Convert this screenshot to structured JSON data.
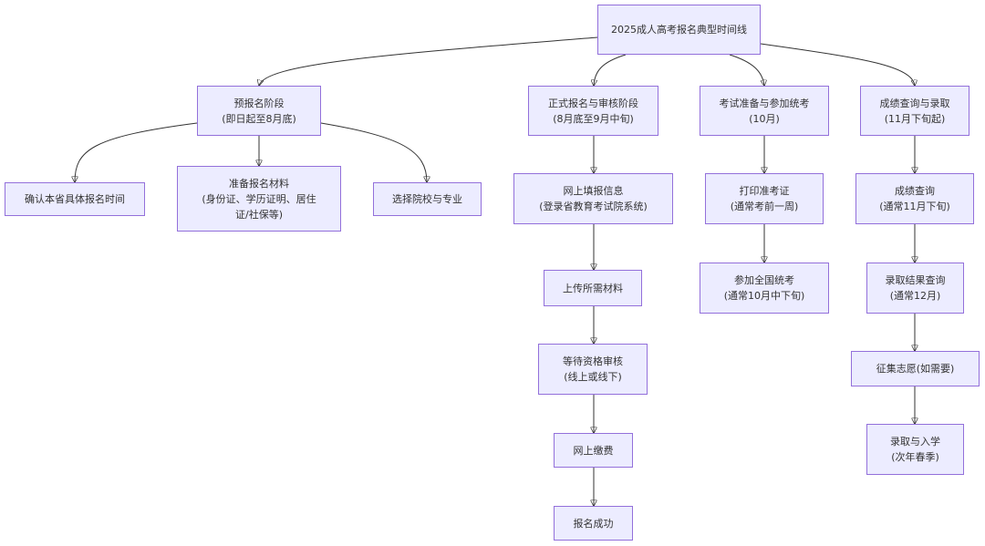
{
  "diagram": {
    "root": {
      "label": "2025成人高考报名典型时间线"
    },
    "stage1": {
      "line1": "预报名阶段",
      "line2": "(即日起至8月底)"
    },
    "stage1_items": [
      {
        "label": "确认本省具体报名时间"
      },
      {
        "line1": "准备报名材料",
        "line2": "(身份证、学历证明、居住证/社保等)"
      },
      {
        "label": "选择院校与专业"
      }
    ],
    "stage2": {
      "line1": "正式报名与审核阶段",
      "line2": "(8月底至9月中旬)"
    },
    "stage2_items": [
      {
        "line1": "网上填报信息",
        "line2": "(登录省教育考试院系统)"
      },
      {
        "label": "上传所需材料"
      },
      {
        "line1": "等待资格审核",
        "line2": "(线上或线下)"
      },
      {
        "label": "网上缴费"
      },
      {
        "label": "报名成功"
      }
    ],
    "stage3": {
      "line1": "考试准备与参加统考",
      "line2": "(10月)"
    },
    "stage3_items": [
      {
        "line1": "打印准考证",
        "line2": "(通常考前一周)"
      },
      {
        "line1": "参加全国统考",
        "line2": "(通常10月中下旬)"
      }
    ],
    "stage4": {
      "line1": "成绩查询与录取",
      "line2": "(11月下旬起)"
    },
    "stage4_items": [
      {
        "line1": "成绩查询",
        "line2": "(通常11月下旬)"
      },
      {
        "line1": "录取结果查询",
        "line2": "(通常12月)"
      },
      {
        "label": "征集志愿(如需要)"
      },
      {
        "line1": "录取与入学",
        "line2": "(次年春季)"
      }
    ],
    "colors": {
      "node_fill": "#ececff",
      "node_border": "#9370db",
      "edge": "#333333"
    }
  }
}
